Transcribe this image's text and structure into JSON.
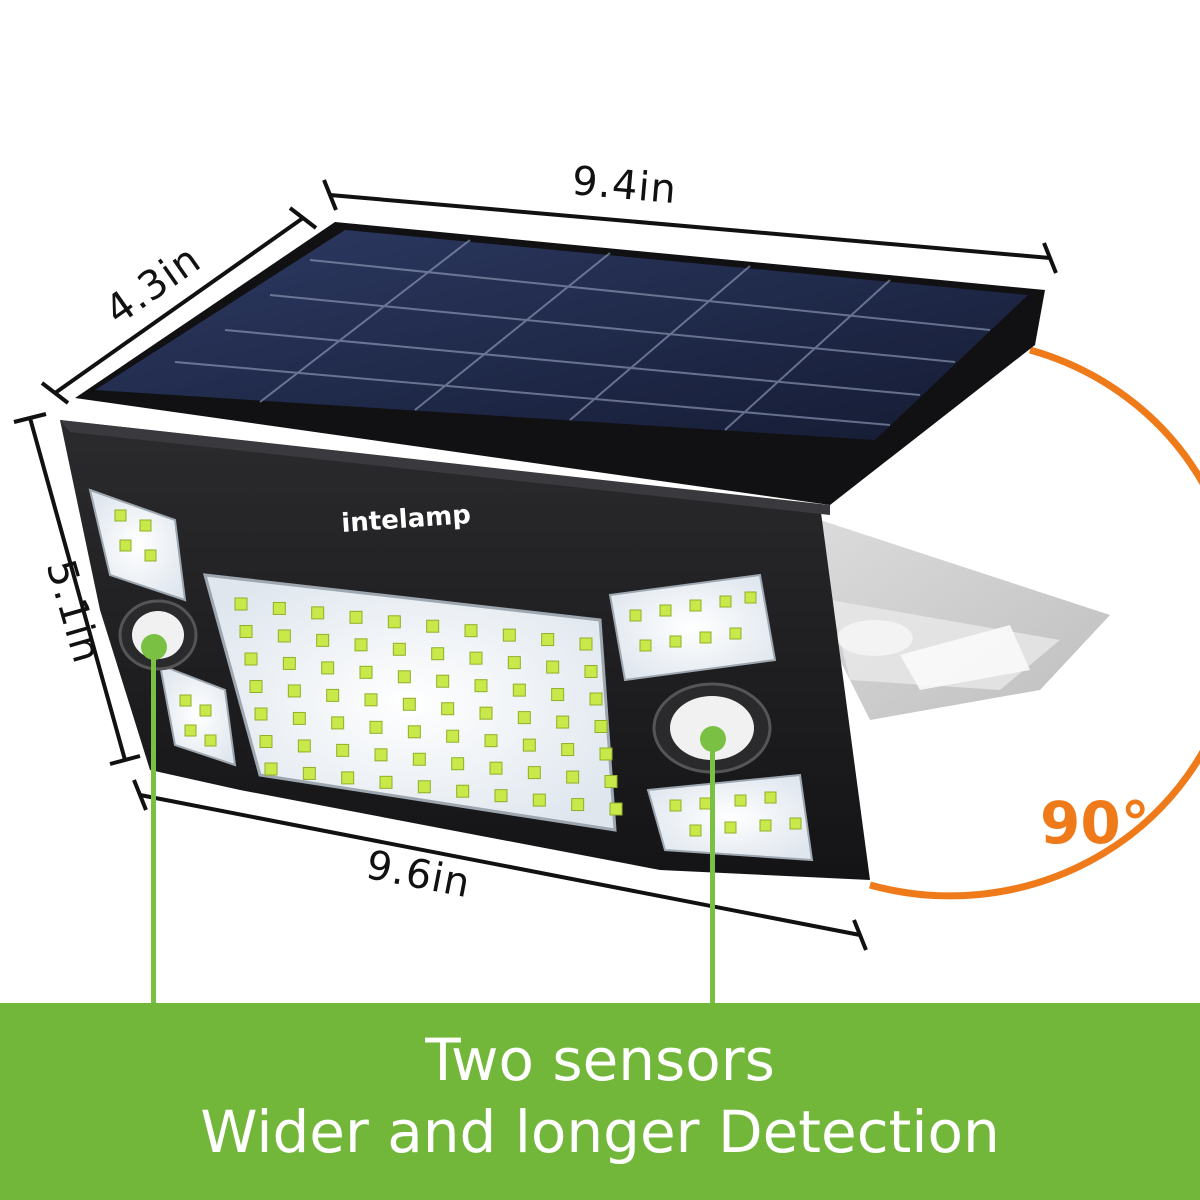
{
  "dimensions": {
    "top_width": "9.4in",
    "depth": "4.3in",
    "height": "5.1in",
    "bottom_width": "9.6in"
  },
  "angle": {
    "label": "90°"
  },
  "brand": {
    "logo_text": "intelamp"
  },
  "banner": {
    "line1": "Two sensors",
    "line2": "Wider and longer Detection"
  },
  "colors": {
    "banner_green": "#72b73a",
    "sensor_green": "#7ac143",
    "angle_orange": "#ef7a1a",
    "housing_black": "#1c1c1e",
    "panel_blue": "#1f2a4a"
  },
  "icons": {
    "dimension_arrows": "line-with-end-ticks",
    "sensor_marker": "green-dot-with-leader-line"
  }
}
